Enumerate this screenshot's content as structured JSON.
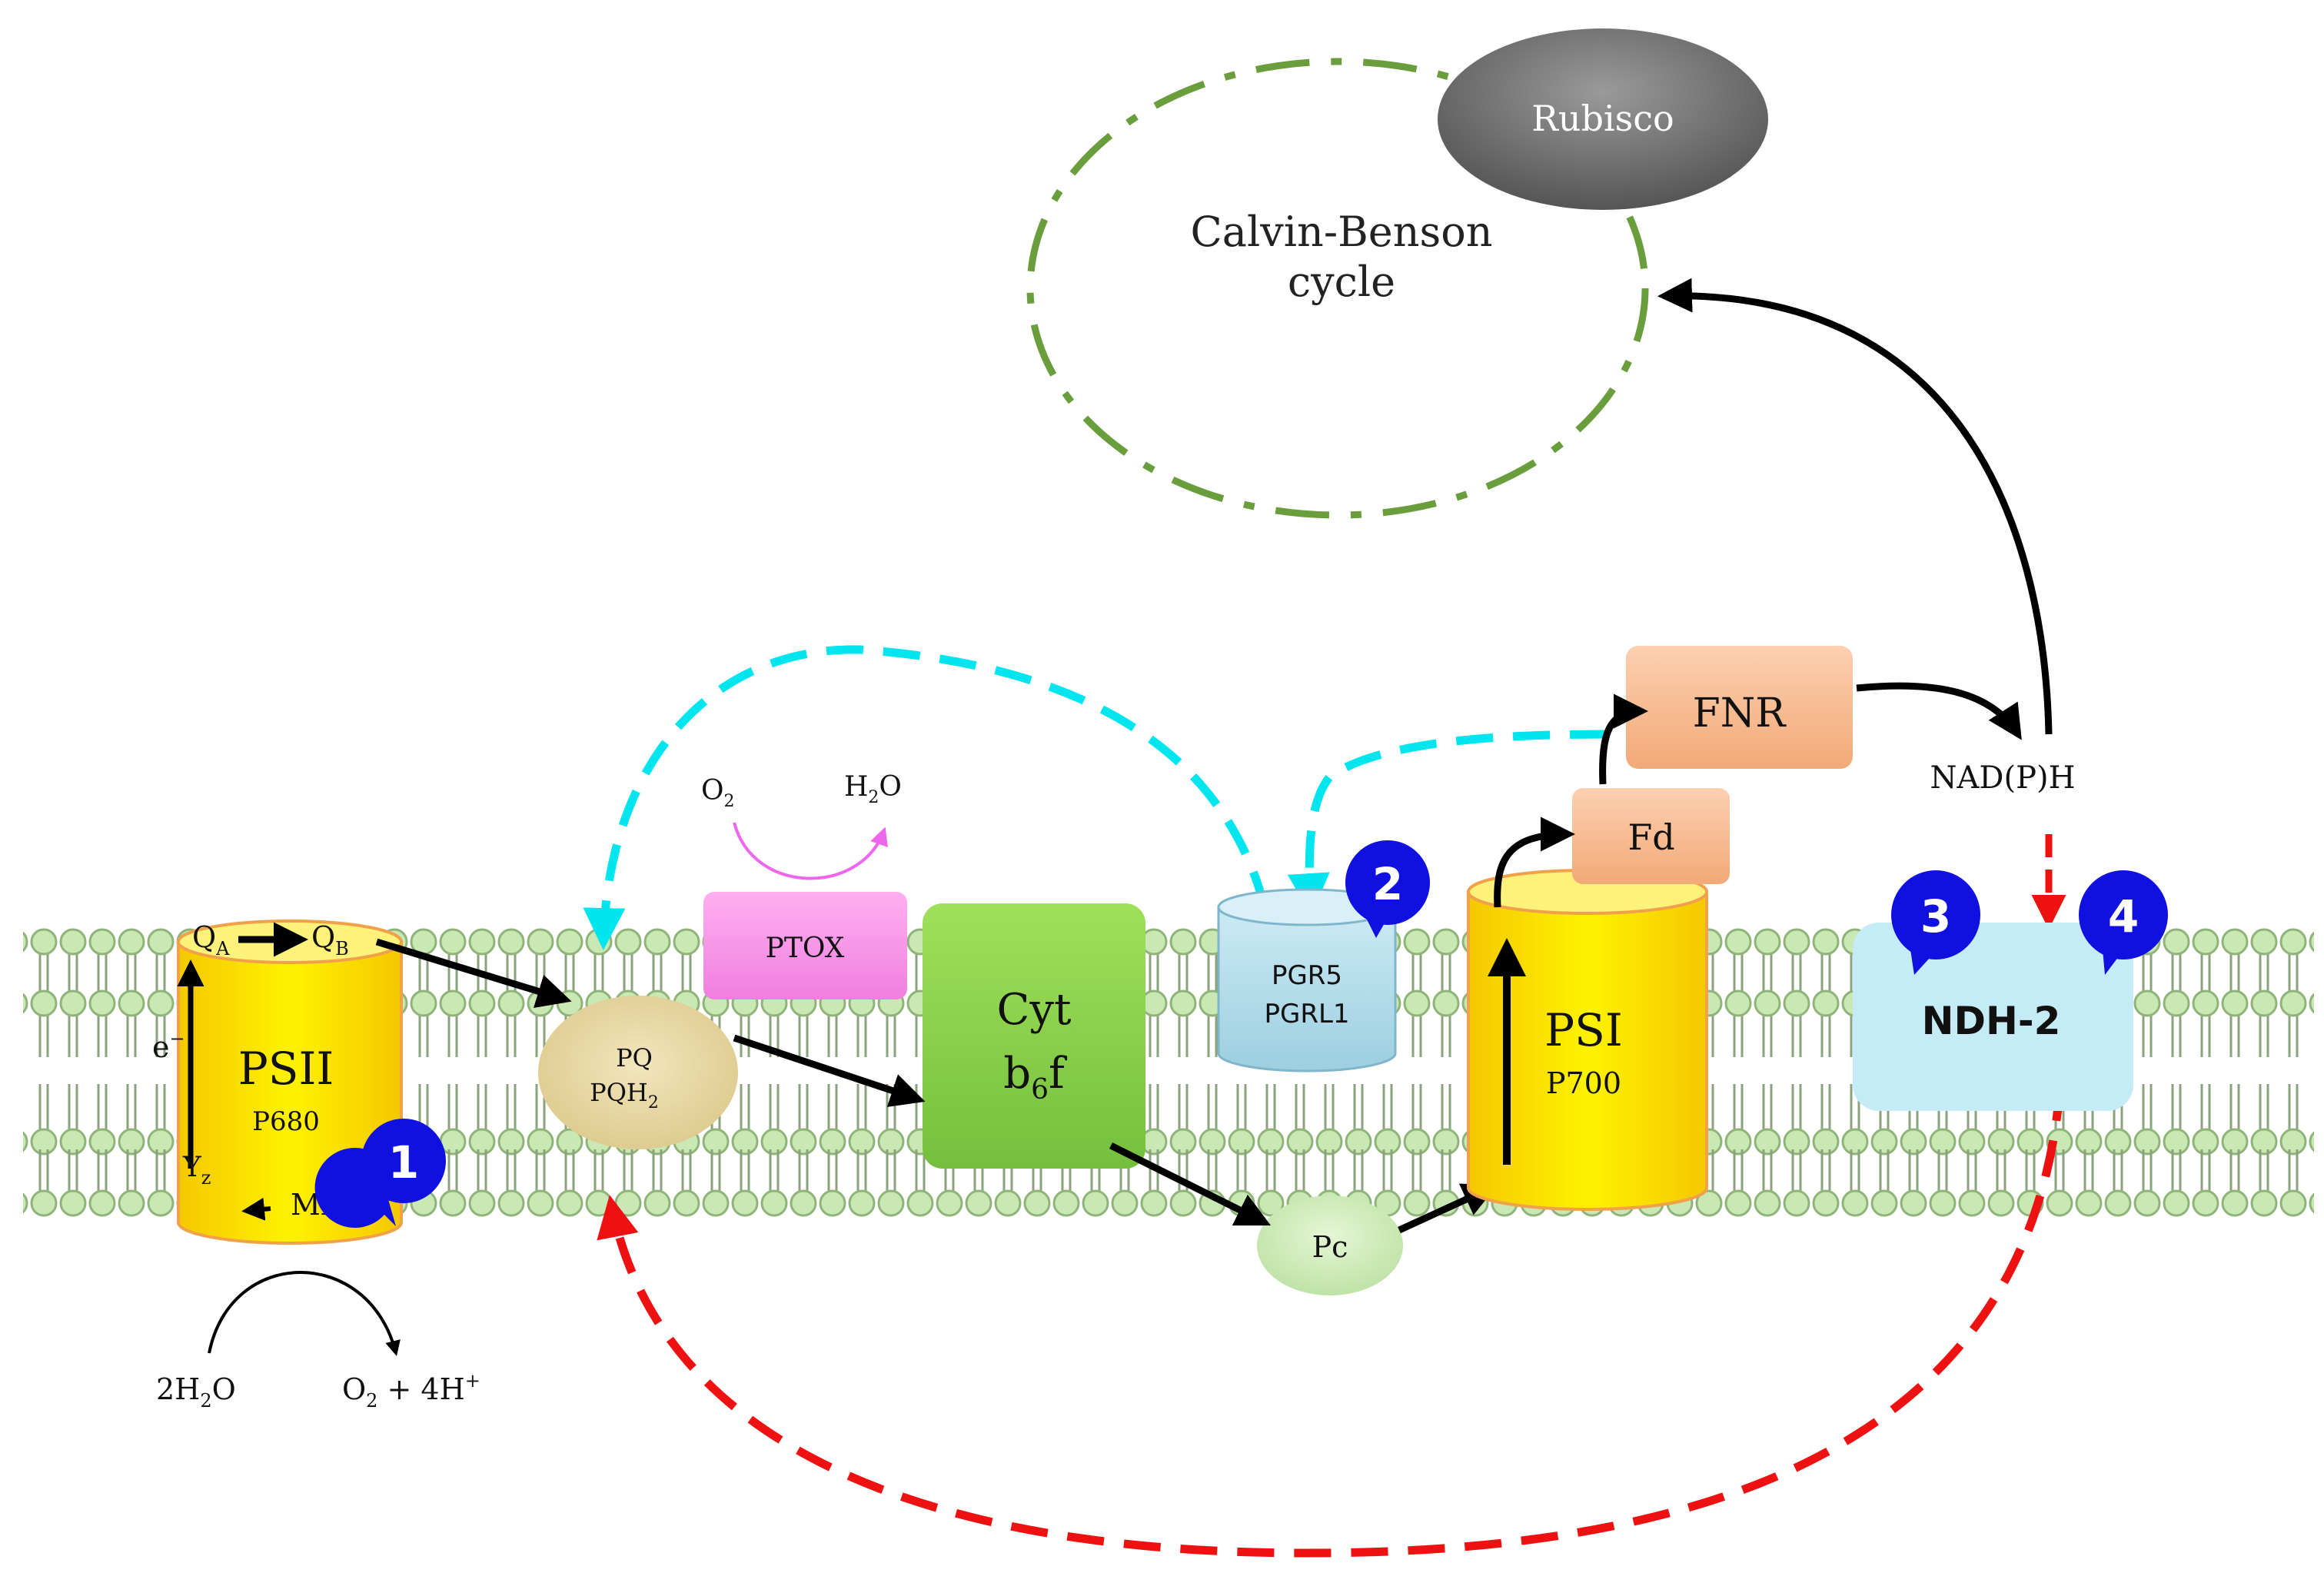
{
  "cycle": {
    "line1": "Calvin-Benson",
    "line2": "cycle",
    "enzyme": "Rubisco"
  },
  "psii": {
    "name": "PSII",
    "center": "P680",
    "qa": "Q",
    "qa_sub": "A",
    "qb": "Q",
    "qb_sub": "B",
    "electron": "e",
    "electron_sup": "−",
    "yz": "Y",
    "yz_sub": "z",
    "mn": "Mn",
    "mn_sub": "4",
    "reactant": "2H",
    "reactant_sub": "2",
    "reactant_end": "O",
    "product_o": "O",
    "product_o_sub": "2",
    "product_rest": " + 4H",
    "product_sup": "+"
  },
  "pq": {
    "line1": "PQ",
    "line2": "PQH",
    "line2_sub": "2"
  },
  "ptox": {
    "name": "PTOX",
    "substrate": "O",
    "substrate_sub": "2",
    "product": "H",
    "product_sub": "2",
    "product_end": "O"
  },
  "cytb6f": {
    "line1": "Cyt",
    "line2": "b",
    "line2_sub": "6",
    "line2_end": "f"
  },
  "pgr": {
    "line1": "PGR5",
    "line2": "PGRL1"
  },
  "psi": {
    "name": "PSI",
    "center": "P700"
  },
  "carriers": {
    "pc": "Pc",
    "fd": "Fd",
    "fnr": "FNR",
    "nadph": "NAD(P)H"
  },
  "ndh2": {
    "name": "NDH-2"
  },
  "markers": [
    "1",
    "2",
    "3",
    "4"
  ],
  "colors": {
    "cyclic_pgr": "#00e5ee",
    "ndh2_route": "#ee1111",
    "calvin_cycle": "#6a9e3c",
    "ptox_arrow": "#ee66ee",
    "marker": "#1010e0",
    "photosystem": "#ffe600",
    "cytb6f": "#8cd450",
    "fnr_fd": "#f4b48a",
    "ndh2": "#bde8f4",
    "membrane": "#b9dba3"
  }
}
